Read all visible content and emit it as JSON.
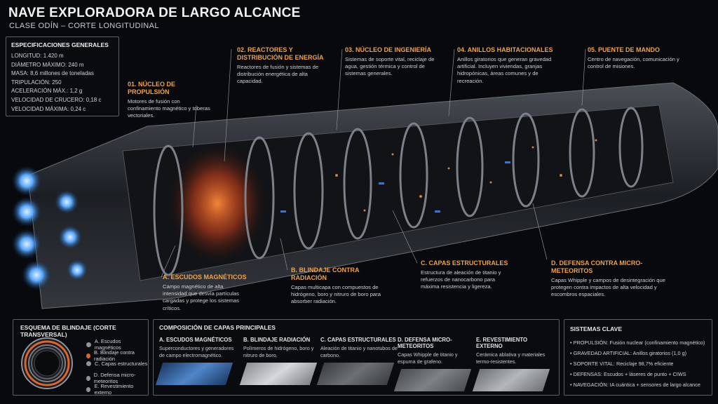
{
  "header": {
    "title": "NAVE EXPLORADORA DE LARGO ALCANCE",
    "subtitle": "CLASE ODÍN – CORTE LONGITUDINAL"
  },
  "specs": {
    "heading": "ESPECIFICACIONES GENERALES",
    "rows": [
      "LONGITUD: 1.420 m",
      "DIÁMETRO MÁXIMO: 240 m",
      "MASA: 8,6 millones de toneladas",
      "TRIPULACIÓN: 250",
      "ACELERACIÓN MÁX.: 1,2 g",
      "VELOCIDAD DE CRUCERO: 0,18 c",
      "VELOCIDAD MÁXIMA: 0,24 c"
    ]
  },
  "callouts": [
    {
      "title": "01. NÚCLEO DE PROPULSIÓN",
      "desc": "Motores de fusión con confinamiento magnético y toberas vectoriales."
    },
    {
      "title": "02. REACTORES Y DISTRIBUCIÓN DE ENERGÍA",
      "desc": "Reactores de fusión y sistemas de distribución energética de alta capacidad."
    },
    {
      "title": "03. NÚCLEO DE INGENIERÍA",
      "desc": "Sistemas de soporte vital, reciclaje de agua, gestión térmica y control de sistemas generales."
    },
    {
      "title": "04. ANILLOS HABITACIONALES",
      "desc": "Anillos giratorios que generan gravedad artificial. Incluyen viviendas, granjas hidropónicas, áreas comunes y de recreación."
    },
    {
      "title": "05. PUENTE DE MANDO",
      "desc": "Centro de navegación, comunicación y control de misiones."
    },
    {
      "title": "A. ESCUDOS MAGNÉTICOS",
      "desc": "Campo magnético de alta intensidad que desvía partículas cargadas y protege los sistemas críticos."
    },
    {
      "title": "B. BLINDAJE CONTRA RADIACIÓN",
      "desc": "Capas multicapa con compuestos de hidrógeno, boro y nitruro de boro para absorber radiación."
    },
    {
      "title": "C. CAPAS ESTRUCTURALES",
      "desc": "Estructura de aleación de titanio y refuerzos de nanocarbono para máxima resistencia y ligereza."
    },
    {
      "title": "D. DEFENSA CONTRA MICRO-METEORITOS",
      "desc": "Capas Whipple y campos de desintegración que protegen contra impactos de alta velocidad y escombros espaciales."
    }
  ],
  "shield_scheme": {
    "title": "ESQUEMA DE BLINDAJE (CORTE TRANSVERSAL)",
    "items": [
      {
        "label": "A. Escudos magnéticos",
        "color": "#8e939a"
      },
      {
        "label": "B. Blindaje contra radiación",
        "color": "#e0642c"
      },
      {
        "label": "C. Capas estructurales",
        "color": "#8e939a"
      },
      {
        "label": "D. Defensa micro-meteoritos",
        "color": "#8e939a"
      },
      {
        "label": "E. Revestimiento externo",
        "color": "#8e939a"
      }
    ]
  },
  "composition": {
    "title": "COMPOSICIÓN DE CAPAS PRINCIPALES",
    "items": [
      {
        "title": "A. ESCUDOS MAGNÉTICOS",
        "desc": "Superconductores y generadores de campo electromagnético.",
        "swatch": "#2f5f9e"
      },
      {
        "title": "B. BLINDAJE RADIACIÓN",
        "desc": "Polímeros de hidrógeno, boro y nitruro de boro.",
        "swatch": "#b9bcc0"
      },
      {
        "title": "C. CAPAS ESTRUCTURALES",
        "desc": "Aleación de titanio y nanotubos de carbono.",
        "swatch": "#55585d"
      },
      {
        "title": "D. DEFENSA MICRO-METEORITOS",
        "desc": "Capas Whipple de titanio y espuma de grafeno.",
        "swatch": "#6a6d72"
      },
      {
        "title": "E. REVESTIMIENTO EXTERNO",
        "desc": "Cerámica ablativa y materiales termo-resistentes.",
        "swatch": "#9ea1a6"
      }
    ]
  },
  "systems": {
    "title": "SISTEMAS CLAVE",
    "items": [
      "• PROPULSIÓN: Fusión nuclear (confinamiento magnético)",
      "• GRAVEDAD ARTIFICIAL: Anillos giratorios (1,0 g)",
      "• SOPORTE VITAL: Reciclaje 98,7% eficiente",
      "• DEFENSAS: Escudos + láseres de punto + CIWS",
      "• NAVEGACIÓN: IA cuántica + sensores de largo alcance"
    ]
  },
  "colors": {
    "accent": "#f0a24a",
    "engine_glow": "#5aa8ff",
    "reactor_glow": "#ff6a2a"
  }
}
